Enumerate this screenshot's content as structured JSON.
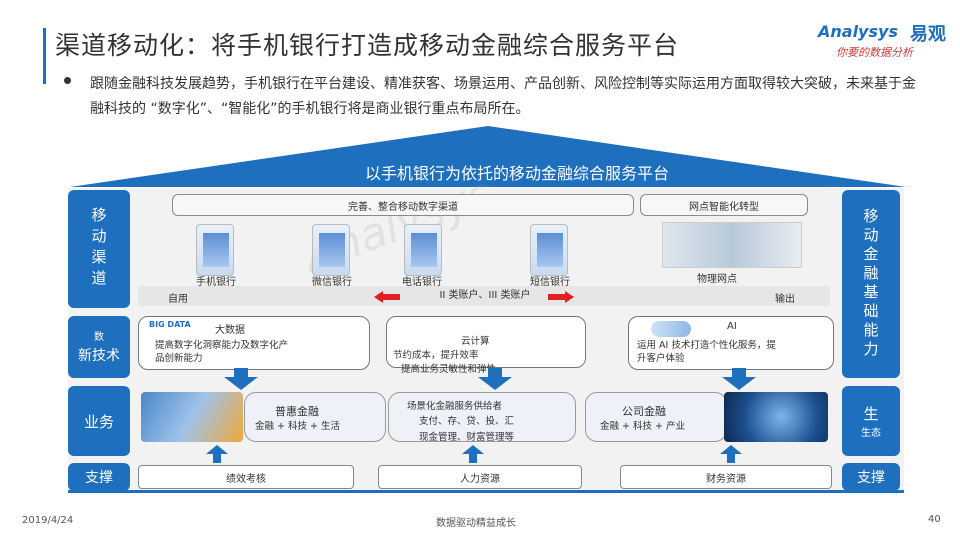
{
  "title": "渠道移动化：将手机银行打造成移动金融综合服务平台",
  "logo": {
    "en": "Analysys",
    "cn": "易观",
    "slogan": "你要的数据分析"
  },
  "body_text": "跟随金融科技发展趋势，手机银行在平台建设、精准获客、场景运用、产品创新、风险控制等实际运用方面取得较大突破，未来基于金融科技的 “数字化”、“智能化”的手机银行将是商业银行重点布局所在。",
  "roof_title": "以手机银行为依托的移动金融综合服务平台",
  "left": {
    "channel": "移动渠道",
    "tech_top": "数",
    "tech": "新技术",
    "biz": "业务",
    "support": "支撑"
  },
  "right": {
    "eco": "移动金融基础能力",
    "life": "生",
    "life_sub": "生态",
    "support": "支撑"
  },
  "channels": {
    "digital_label": "完善、整合移动数字渠道",
    "branch_label": "网点智能化转型",
    "items": [
      "手机银行",
      "微信银行",
      "电话银行",
      "短信银行"
    ],
    "branch": "物理网点",
    "strip_left": "自用",
    "strip_mid": "II 类账户、III 类账户",
    "strip_right": "输出"
  },
  "tech": {
    "big_title": "大数据",
    "big_badge": "BIG DATA",
    "big_desc": "提高数字化洞察能力及数字化产品创新能力",
    "cloud_title": "云计算",
    "cloud_b1": "节约成本，提升效率",
    "cloud_b2": "提高业务灵敏性和弹性",
    "ai_title": "AI",
    "ai_desc": "运用 AI 技术打造个性化服务，提升客户体验"
  },
  "biz": {
    "inclusive_title": "普惠金融",
    "inclusive_desc": "金融 + 科技 + 生活",
    "scene_title": "场景化金融服务供给者",
    "scene_desc1": "支付、存、贷、投、汇",
    "scene_desc2": "现金管理、财富管理等",
    "corp_title": "公司金融",
    "corp_desc": "金融 + 科技 + 产业"
  },
  "support": {
    "perf": "绩效考核",
    "hr": "人力资源",
    "fin": "财务资源"
  },
  "footer": {
    "date": "2019/4/24",
    "center": "数据驱动精益成长",
    "page": "40"
  },
  "colors": {
    "primary": "#1f6fbf",
    "arrow_red": "#e02020"
  }
}
